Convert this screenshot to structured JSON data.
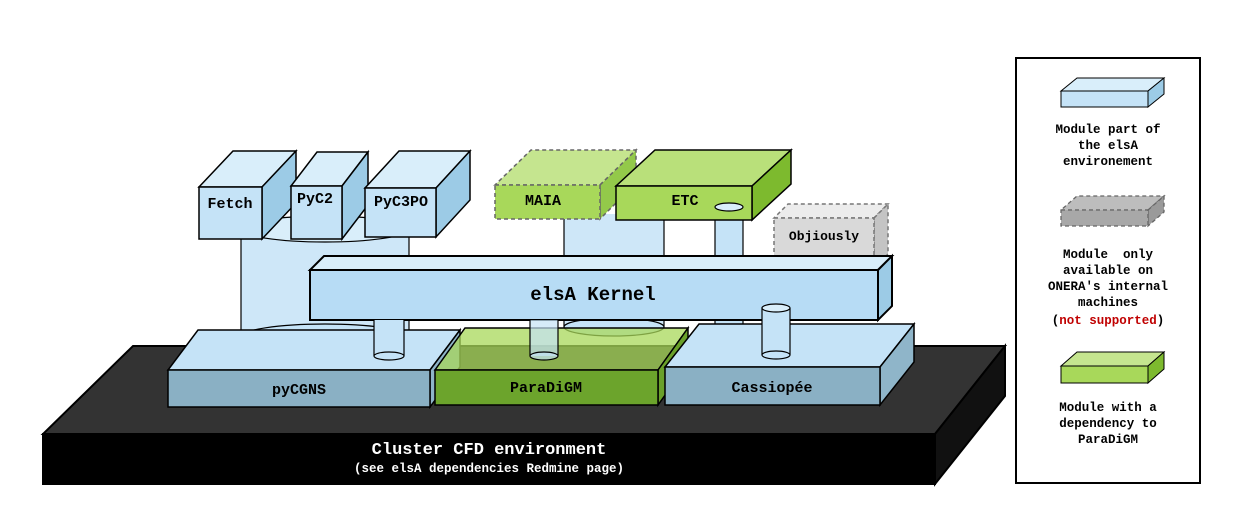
{
  "platform": {
    "title": "Cluster CFD environment",
    "subtitle": "(see elsA dependencies Redmine page)"
  },
  "modules": {
    "fetch": "Fetch",
    "pyc2": "PyC2",
    "pyc3po": "PyC3PO",
    "maia": "MAIA",
    "etc": "ETC",
    "objiously": "Objiously",
    "kernel": "elsA Kernel",
    "pycgns": "pyCGNS",
    "paradigm": "ParaDiGM",
    "cassiopee": "Cassiopée"
  },
  "legend": {
    "blue": {
      "line1": "Module part of",
      "line2": "the elsA",
      "line3": "environement"
    },
    "gray": {
      "line1": "Module  only",
      "line2": "available on",
      "line3": "ONERA's internal",
      "line4": "machines",
      "open": "(",
      "note": "not supported",
      "close": ")"
    },
    "green": {
      "line1": "Module with a",
      "line2": "dependency to",
      "line3": "ParaDiGM"
    }
  },
  "colors": {
    "blue_front": "#c5e3f7",
    "blue_top": "#d9eefa",
    "blue_side": "#9ccbe6",
    "green_front": "#a8d85a",
    "green_side": "#7dba2e",
    "gray_module": "#d9d9d9",
    "platform": "#000000",
    "note_red": "#c00000"
  }
}
